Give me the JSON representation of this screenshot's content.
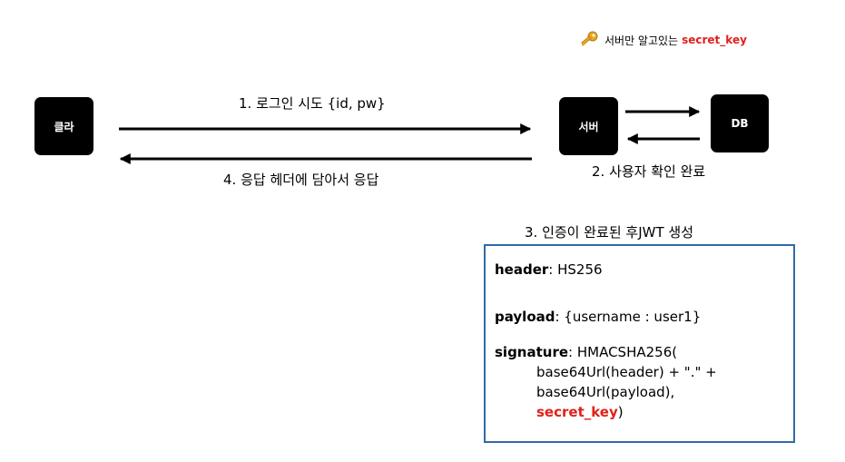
{
  "nodes": {
    "client": "클라",
    "server": "서버",
    "db": "DB"
  },
  "secret_note": {
    "icon": "key-icon",
    "text": "서버만 알고있는",
    "key": "secret_key"
  },
  "steps": {
    "step1": "1. 로그인 시도 {id, pw}",
    "step2": "2. 사용자 확인 완료",
    "step3": "3. 인증이 완료된 후JWT 생성",
    "step4": "4. 응답 헤더에 담아서 응답"
  },
  "jwt": {
    "header_key": "header",
    "header_value": ": HS256",
    "payload_key": "payload",
    "payload_value": ": {username : user1}",
    "signature_key": "signature",
    "signature_value": ": HMACSHA256(",
    "arg1": "base64Url(header) + \".\" +",
    "arg2": "base64Url(payload),",
    "arg3": "secret_key",
    "close": ")"
  },
  "colors": {
    "node_fill": "#000000",
    "box_border": "#2f6ba8",
    "secret_red": "#e0201b"
  }
}
